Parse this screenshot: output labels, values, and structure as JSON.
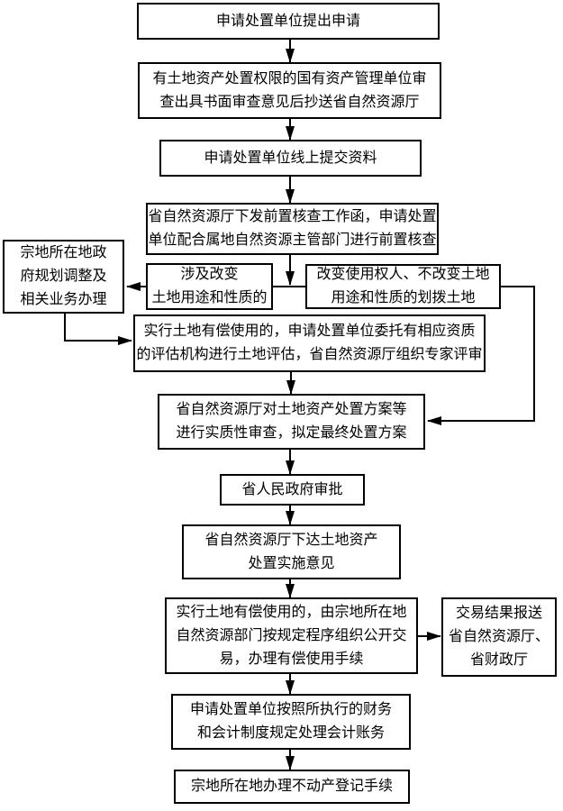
{
  "colors": {
    "ink": "#000000",
    "paper": "#ffffff"
  },
  "diagram": {
    "type": "flowchart",
    "nodes": {
      "apply": "申请处置单位提出申请",
      "state_asset_review": "有土地资产处置权限的国有资产管理单位审\n查出具书面审查意见后抄送省自然资源厅",
      "online_submit": "申请处置单位线上提交资料",
      "pre_check": "省自然资源厅下发前置核查工作函，申请处置\n单位配合属地自然资源主管部门进行前置核查",
      "local_planning": "宗地所在地政\n府规划调整及\n相关业务办理",
      "involve_change": "涉及改变\n土地用途和性质的",
      "no_change_allocated": "改变使用权人、不改变土地\n用途和性质的划拨土地",
      "land_evaluation": "实行土地有偿使用的，申请处置单位委托有相应资质\n的评估机构进行土地评估，省自然资源厅组织专家评审",
      "substantive_review": "省自然资源厅对土地资产处置方案等\n进行实质性审查，拟定最终处置方案",
      "provincial_approval": "省人民政府审批",
      "implementation_opinion": "省自然资源厅下达土地资产\n处置实施意见",
      "public_trade": "实行土地有偿使用的，由宗地所在地\n自然资源部门按规定程序组织公开交\n易，办理有偿使用手续",
      "trade_result_report": "交易结果报送\n省自然资源厅、\n省财政厅",
      "accounting": "申请处置单位按照所执行的财务\n和会计制度规定处理会计账务",
      "property_registration": "宗地所在地办理不动产登记手续"
    }
  }
}
